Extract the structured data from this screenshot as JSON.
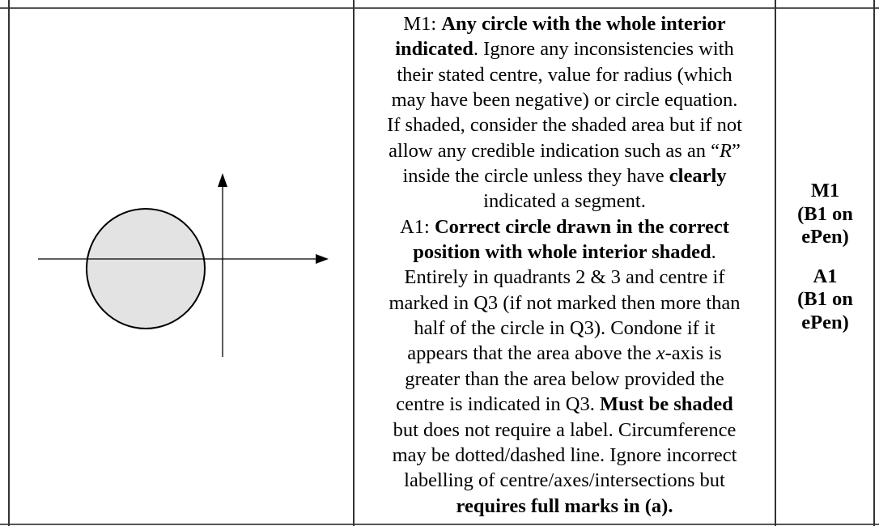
{
  "guidance": {
    "lines": [
      [
        [
          "M1: ",
          ""
        ],
        [
          "Any circle with the whole interior",
          "b"
        ]
      ],
      [
        [
          "indicated",
          "b"
        ],
        [
          ". Ignore any inconsistencies with",
          ""
        ]
      ],
      [
        [
          "their stated centre, value for radius (which",
          ""
        ]
      ],
      [
        [
          "may have been negative) or circle equation.",
          ""
        ]
      ],
      [
        [
          "If shaded, consider the shaded area but if not",
          ""
        ]
      ],
      [
        [
          "allow any credible indication such as an “",
          ""
        ],
        [
          "R",
          "i"
        ],
        [
          "”",
          ""
        ]
      ],
      [
        [
          "inside the circle unless they have ",
          ""
        ],
        [
          "clearly",
          "b"
        ]
      ],
      [
        [
          "indicated a segment.",
          ""
        ]
      ],
      [
        [
          "A1: ",
          ""
        ],
        [
          "Correct circle drawn in the correct",
          "b"
        ]
      ],
      [
        [
          "position with whole interior shaded",
          "b"
        ],
        [
          ".",
          ""
        ]
      ],
      [
        [
          "Entirely in quadrants 2 & 3 and centre if",
          ""
        ]
      ],
      [
        [
          "marked in Q3 (if not marked then more than",
          ""
        ]
      ],
      [
        [
          "half of the circle in Q3). Condone if it",
          ""
        ]
      ],
      [
        [
          "appears that the area above the ",
          ""
        ],
        [
          "x",
          "i"
        ],
        [
          "-axis is",
          ""
        ]
      ],
      [
        [
          "greater than the area below provided the",
          ""
        ]
      ],
      [
        [
          "centre is indicated in Q3. ",
          ""
        ],
        [
          "Must be shaded",
          "b"
        ]
      ],
      [
        [
          "but does not require a label. Circumference",
          ""
        ]
      ],
      [
        [
          "may be dotted/dashed line. Ignore incorrect",
          ""
        ]
      ],
      [
        [
          "labelling of centre/axes/intersections but",
          ""
        ]
      ],
      [
        [
          "requires full marks in (a).",
          "b"
        ]
      ]
    ]
  },
  "marks": {
    "m1": [
      "M1",
      "(B1 on",
      "ePen)"
    ],
    "a1": [
      "A1",
      "(B1 on",
      "ePen)"
    ]
  },
  "diagram": {
    "fill": "#e3e3e3"
  }
}
